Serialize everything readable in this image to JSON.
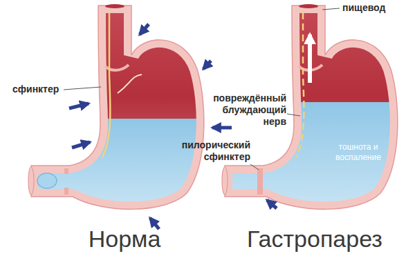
{
  "diagram": {
    "labels": [
      "сфинктер",
      "пищевод",
      "повреждённый блуждающий нерв",
      "пилорический сфинктер",
      "тошнота и воспаление",
      "Норма",
      "Гастропарез"
    ]
  }
}
